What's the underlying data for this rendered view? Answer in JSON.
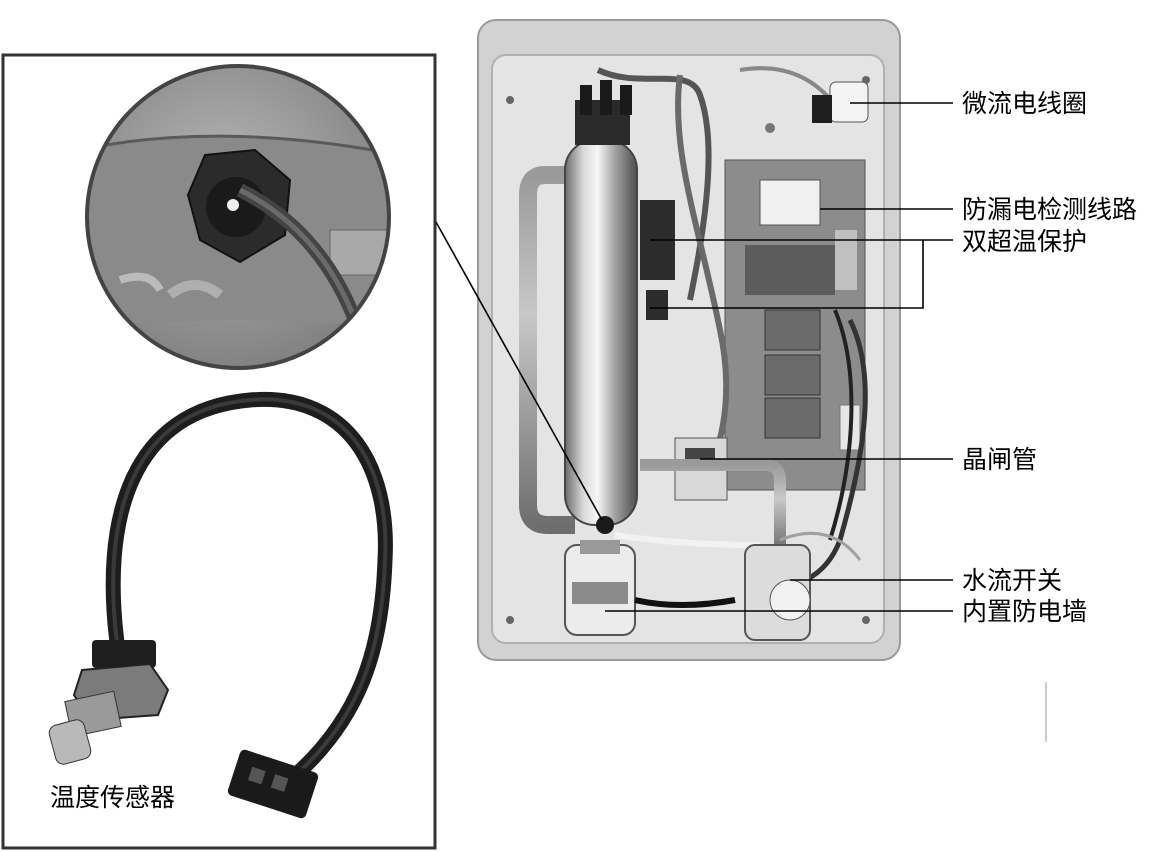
{
  "labels": {
    "micro_coil": "微流电线圈",
    "leakage_circuit": "防漏电检测线路",
    "double_overtemp": "双超温保护",
    "thyristor": "晶闸管",
    "water_switch": "水流开关",
    "builtin_wall": "内置防电墙",
    "temp_sensor": "温度传感器"
  }
}
